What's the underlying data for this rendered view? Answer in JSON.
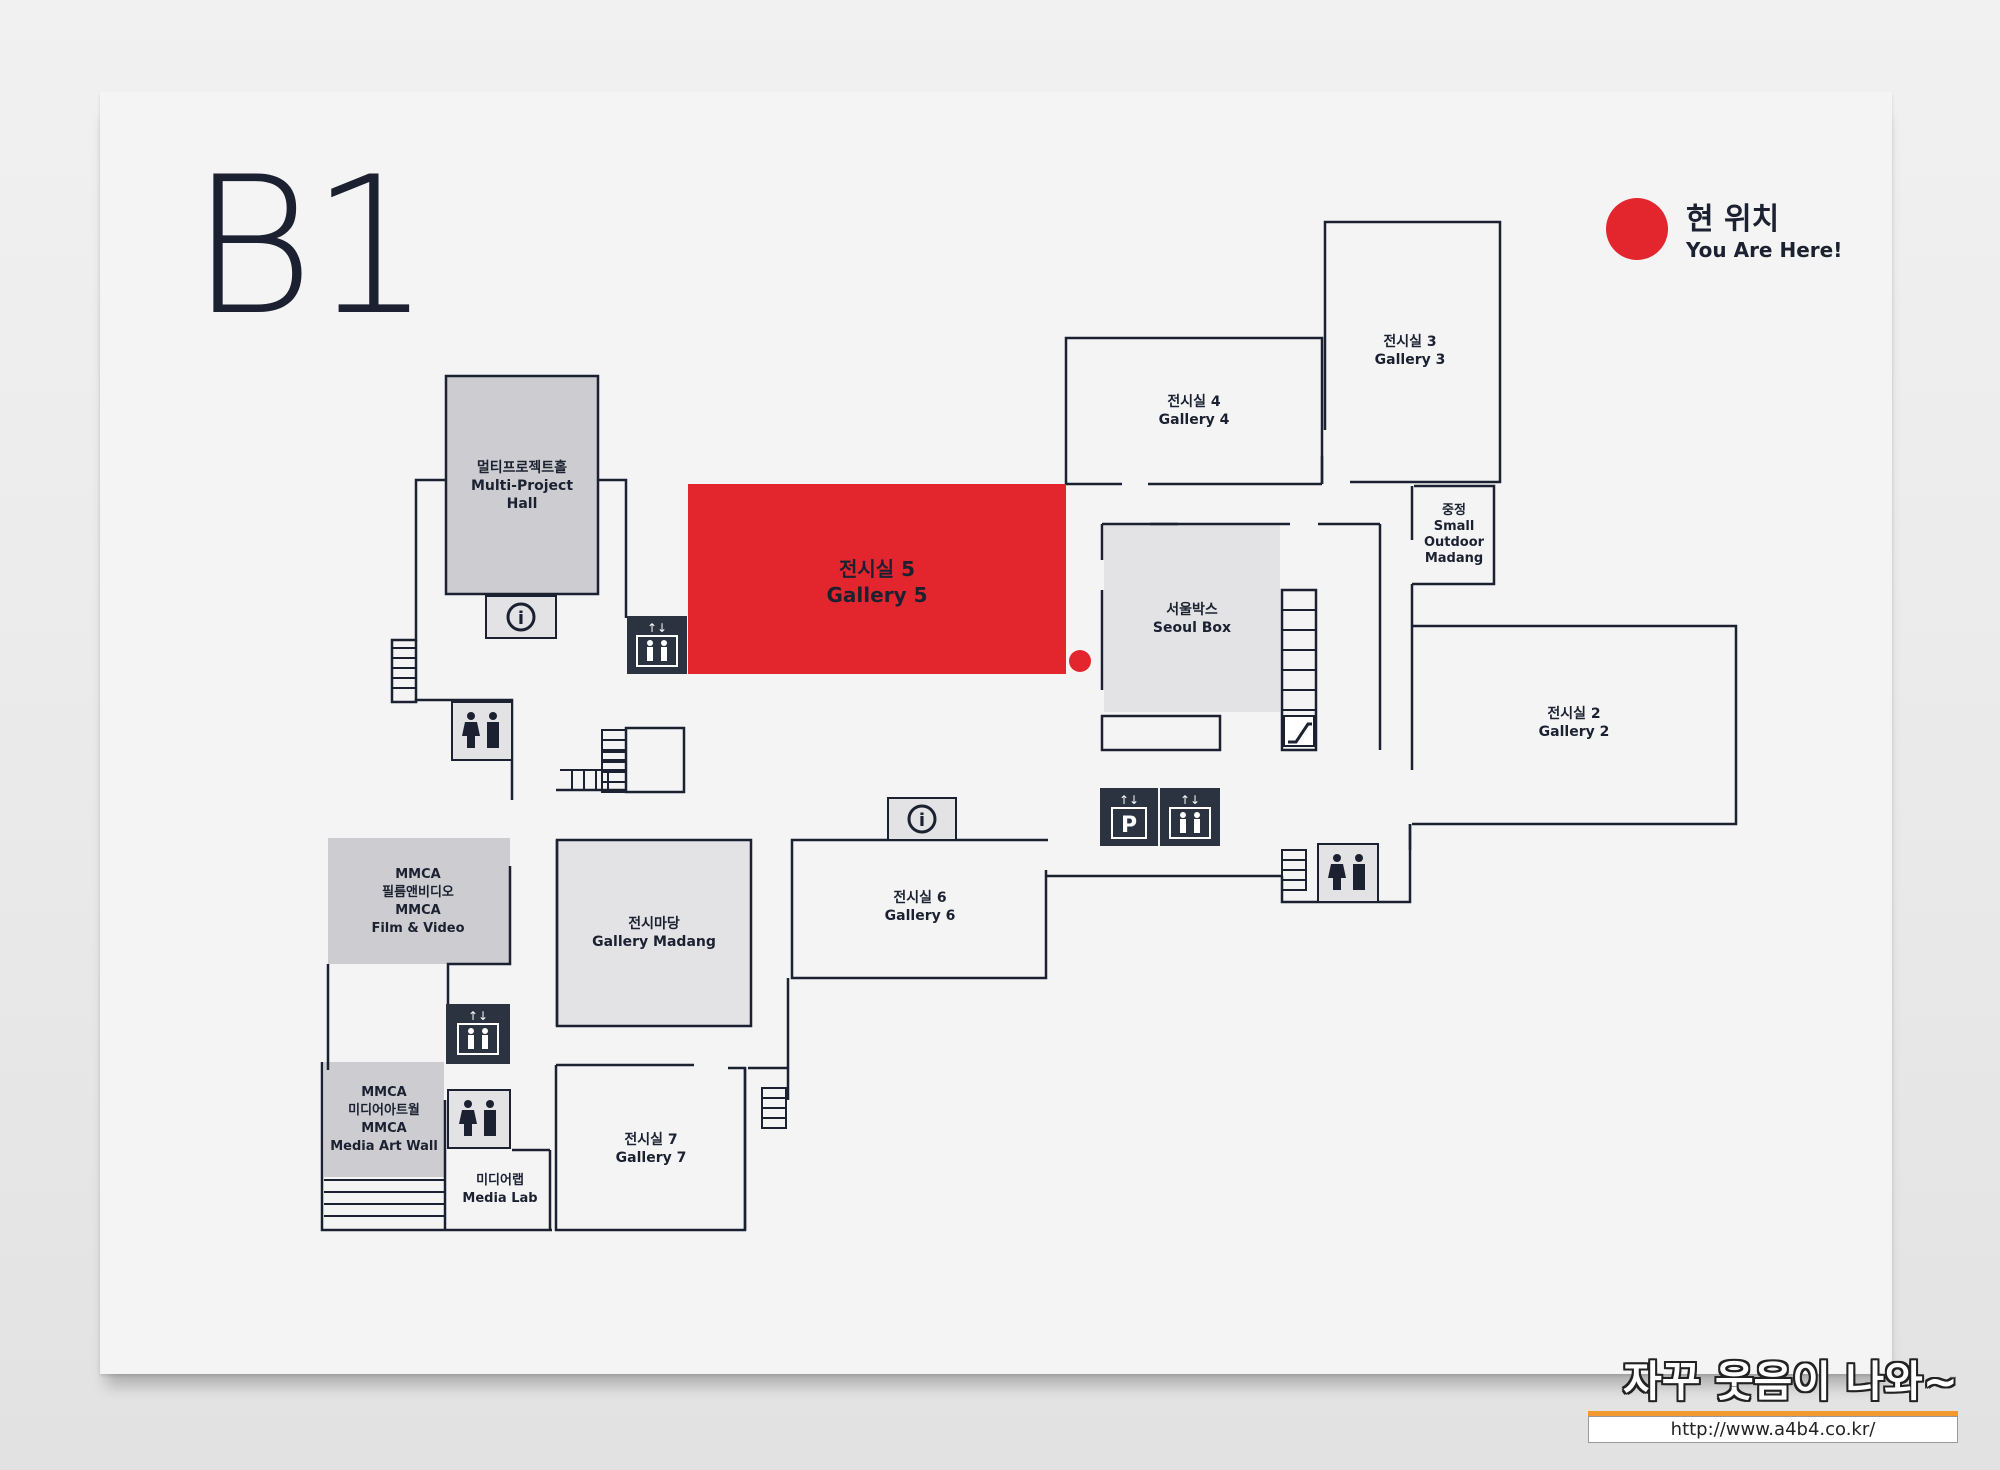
{
  "floor": "B1",
  "legend": {
    "title_ko": "현 위치",
    "title_en": "You Are Here!",
    "color": "#e3262d"
  },
  "colors": {
    "highlight": "#e3262d",
    "shaded_room": "#cdcdd1",
    "light_room": "#e3e3e5",
    "wall": "#1b2130",
    "icon_bg": "#2b3240"
  },
  "rooms": {
    "multi_project_hall": {
      "ko": "멀티프로젝트홀",
      "en1": "Multi-Project",
      "en2": "Hall"
    },
    "gallery5": {
      "ko": "전시실 5",
      "en": "Gallery 5"
    },
    "gallery4": {
      "ko": "전시실 4",
      "en": "Gallery 4"
    },
    "gallery3": {
      "ko": "전시실 3",
      "en": "Gallery 3"
    },
    "small_outdoor_madang": {
      "ko": "중정",
      "en1": "Small",
      "en2": "Outdoor",
      "en3": "Madang"
    },
    "seoul_box": {
      "ko": "서울박스",
      "en": "Seoul Box"
    },
    "gallery2": {
      "ko": "전시실 2",
      "en": "Gallery 2"
    },
    "film_video": {
      "l1": "MMCA",
      "ko": "필름앤비디오",
      "l3": "MMCA",
      "en": "Film & Video"
    },
    "gallery_madang": {
      "ko": "전시마당",
      "en": "Gallery Madang"
    },
    "gallery6": {
      "ko": "전시실 6",
      "en": "Gallery 6"
    },
    "media_art_wall": {
      "l1": "MMCA",
      "ko": "미디어아트월",
      "l3": "MMCA",
      "en": "Media Art Wall"
    },
    "gallery7": {
      "ko": "전시실 7",
      "en": "Gallery 7"
    },
    "media_lab": {
      "ko": "미디어랩",
      "en": "Media Lab"
    }
  },
  "icons": {
    "info": "info-icon",
    "elevator": "elevator-icon",
    "restroom": "restroom-icon",
    "parking": "parking-icon",
    "escalator": "escalator-icon",
    "stairs": "stairs-icon",
    "info_symbol": "i",
    "parking_symbol": "P"
  },
  "watermark": {
    "text": "자꾸 웃음이 나와~",
    "url": "http://www.a4b4.co.kr/"
  }
}
